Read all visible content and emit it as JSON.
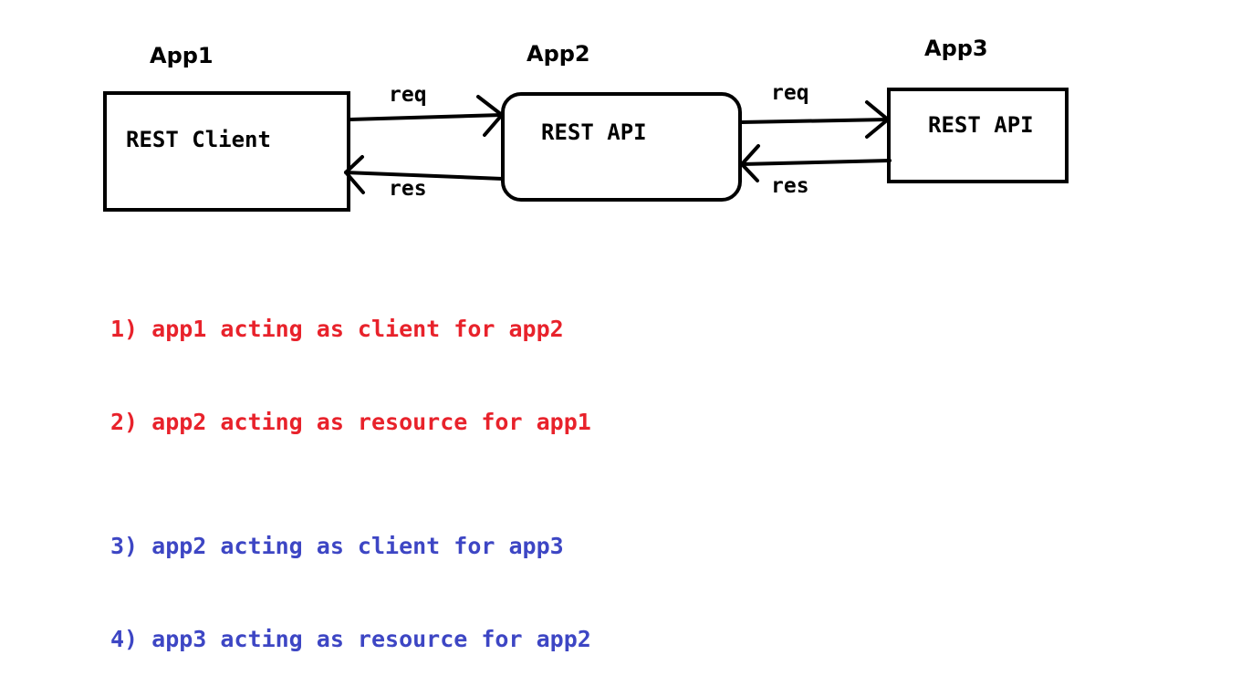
{
  "apps": [
    {
      "title": "App1",
      "label": "REST Client"
    },
    {
      "title": "App2",
      "label": "REST API"
    },
    {
      "title": "App3",
      "label": "REST API"
    }
  ],
  "arrows": {
    "app1_app2_req": "req",
    "app1_app2_res": "res",
    "app2_app3_req": "req",
    "app2_app3_res": "res"
  },
  "notes": [
    {
      "text": "1) app1 acting as client for app2",
      "color": "#e8222b"
    },
    {
      "text": "2) app2 acting as resource for app1",
      "color": "#e8222b"
    },
    {
      "text": "3) app2 acting as client for app3",
      "color": "#3d46c4"
    },
    {
      "text": "4) app3 acting as resource for app2",
      "color": "#3d46c4"
    }
  ]
}
